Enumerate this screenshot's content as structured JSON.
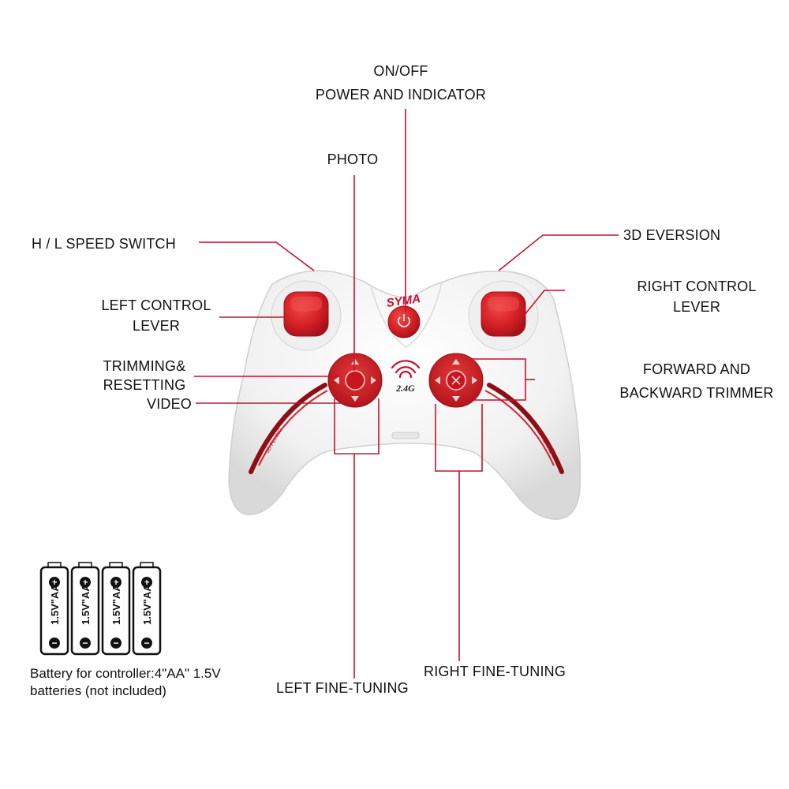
{
  "labels": {
    "power_line1": "ON/OFF",
    "power_line2": "POWER AND INDICATOR",
    "photo": "PHOTO",
    "speed_switch": "H / L SPEED SWITCH",
    "eversion": "3D EVERSION",
    "left_lever_line1": "LEFT CONTROL",
    "left_lever_line2": "LEVER",
    "right_lever_line1": "RIGHT CONTROL",
    "right_lever_line2": "LEVER",
    "trimming_line1": "TRIMMING&",
    "trimming_line2": "RESETTING",
    "video": "VIDEO",
    "fwd_line1": "FORWARD AND",
    "fwd_line2": "BACKWARD TRIMMER",
    "left_fine": "LEFT FINE-TUNING",
    "right_fine": "RIGHT FINE-TUNING"
  },
  "controller": {
    "brand": "SYMA",
    "band": "2.4G",
    "side_text": "3D FLYING"
  },
  "battery": {
    "cell_label": "1.5V\"AA\"",
    "note_line1": "Battery for controller:4\"AA\" 1.5V",
    "note_line2": "batteries (not included)"
  },
  "colors": {
    "leader": "#c8102e",
    "button_red": "#d5202b",
    "body": "#f2f2f2"
  }
}
